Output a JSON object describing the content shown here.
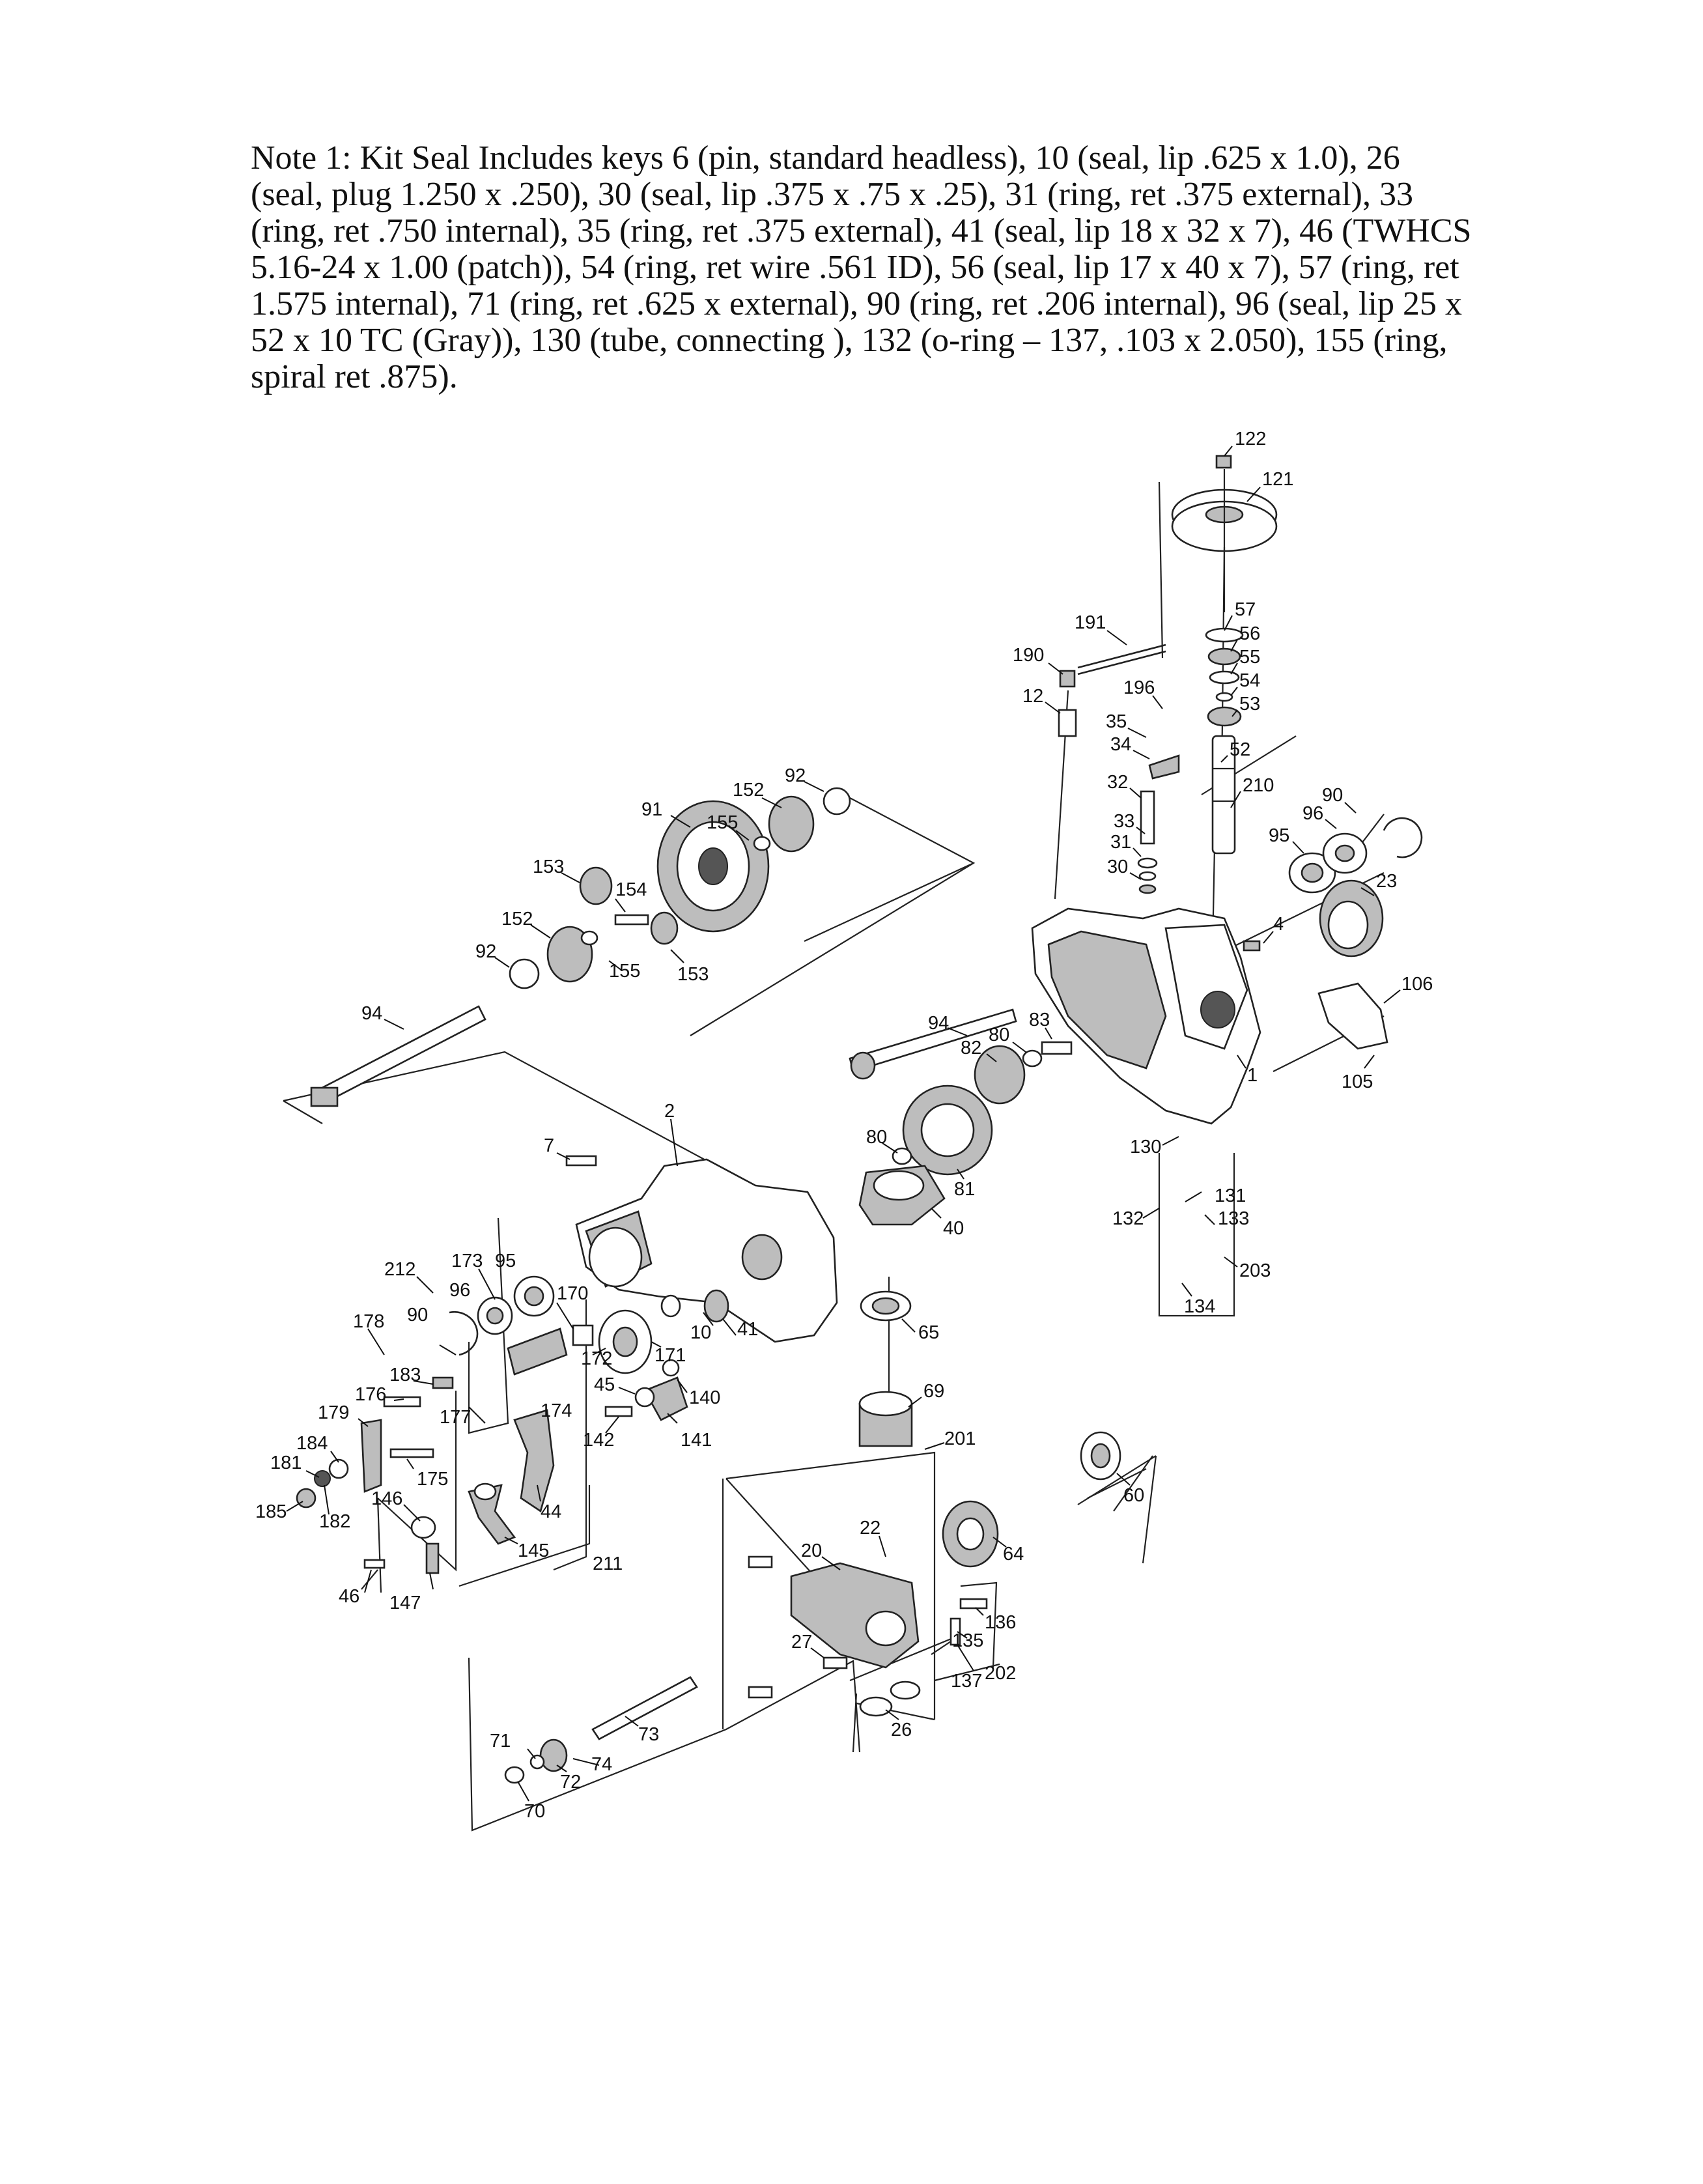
{
  "note": "Note 1: Kit Seal Includes keys 6 (pin, standard headless), 10 (seal, lip .625 x 1.0), 26 (seal, plug 1.250 x .250), 30 (seal, lip .375 x .75 x .25), 31 (ring, ret .375 external), 33 (ring, ret .750 internal), 35 (ring, ret .375 external), 41 (seal, lip 18 x 32 x 7), 46 (TWHCS 5.16-24 x 1.00 (patch)), 54 (ring, ret wire .561 ID), 56 (seal, lip 17 x 40 x 7), 57 (ring, ret 1.575 internal), 71 (ring, ret .625 x external), 90 (ring, ret .206 internal), 96 (seal, lip 25 x 52 x 10 TC (Gray)), 130 (tube, connecting ), 132 (o-ring – 137, .103 x 2.050), 155 (ring, spiral ret .875).",
  "callouts": [
    "122",
    "121",
    "57",
    "56",
    "55",
    "54",
    "53",
    "52",
    "210",
    "191",
    "190",
    "196",
    "12",
    "35",
    "34",
    "32",
    "33",
    "31",
    "30",
    "90",
    "96",
    "95",
    "23",
    "4",
    "106",
    "105",
    "1",
    "92",
    "152",
    "91",
    "155",
    "153",
    "154",
    "94",
    "2",
    "7",
    "82",
    "80",
    "83",
    "81",
    "40",
    "130",
    "131",
    "132",
    "133",
    "203",
    "134",
    "65",
    "69",
    "201",
    "60",
    "64",
    "212",
    "173",
    "178",
    "183",
    "179",
    "176",
    "184",
    "181",
    "185",
    "182",
    "170",
    "172",
    "171",
    "177",
    "174",
    "175",
    "45",
    "142",
    "141",
    "140",
    "10",
    "41",
    "146",
    "147",
    "46",
    "145",
    "44",
    "211",
    "20",
    "22",
    "27",
    "136",
    "135",
    "137",
    "202",
    "26",
    "73",
    "71",
    "74",
    "72",
    "70"
  ]
}
